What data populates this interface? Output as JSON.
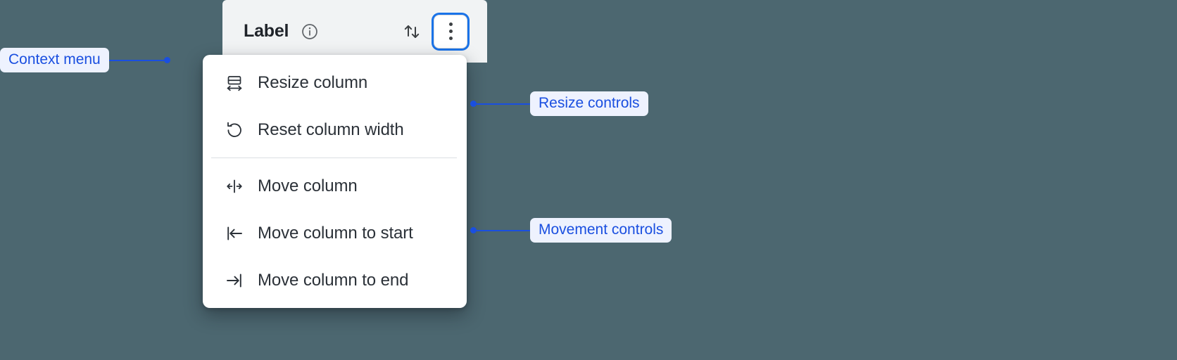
{
  "background_color": "#4C6770",
  "accent_color": "#1A4FE0",
  "focus_ring_color": "#1A73E8",
  "column_header": {
    "label": "Label",
    "info_icon": "info-circle-icon",
    "sort_icon": "sort-up-down-icon",
    "menu_icon": "kebab-menu-icon",
    "background_color": "#F1F3F4"
  },
  "context_menu": {
    "groups": [
      {
        "name": "resize",
        "items": [
          {
            "icon": "resize-column-icon",
            "label": "Resize column"
          },
          {
            "icon": "reset-width-icon",
            "label": "Reset column width"
          }
        ]
      },
      {
        "name": "movement",
        "items": [
          {
            "icon": "move-column-icon",
            "label": "Move column"
          },
          {
            "icon": "move-to-start-icon",
            "label": "Move column to start"
          },
          {
            "icon": "move-to-end-icon",
            "label": "Move column to end"
          }
        ]
      }
    ]
  },
  "annotations": [
    {
      "id": "context-menu",
      "text": "Context menu"
    },
    {
      "id": "resize-controls",
      "text": "Resize controls"
    },
    {
      "id": "movement-controls",
      "text": "Movement controls"
    }
  ]
}
